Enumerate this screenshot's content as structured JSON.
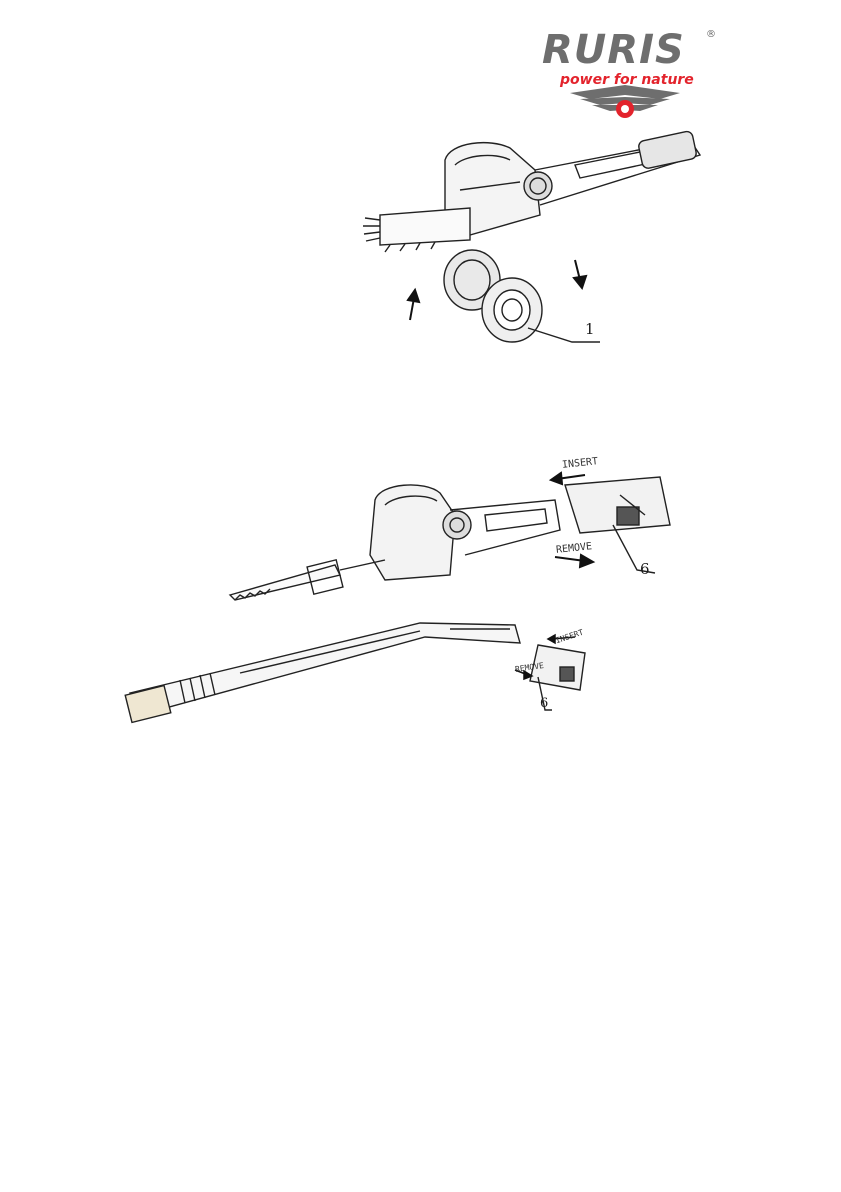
{
  "logo": {
    "brand": "RURIS",
    "registered": "®",
    "tagline": "power for nature",
    "brand_color": "#6e6e6e",
    "tagline_color": "#e3232c"
  },
  "figure1": {
    "callout": "1"
  },
  "figure2": {
    "insert_label": "INSERT",
    "remove_label": "REMOVE",
    "callout": "6"
  },
  "figure3": {
    "insert_label": "INSERT",
    "remove_label": "REMOVE",
    "callout": "6"
  }
}
